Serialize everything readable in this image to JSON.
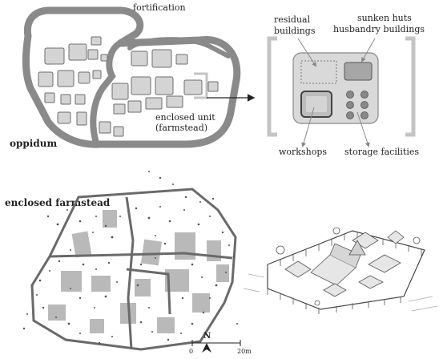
{
  "labels": {
    "fortification": "fortification",
    "residual_line1": "residual",
    "residual_line2": "buildings",
    "sunken_line1": "sunken huts",
    "sunken_line2": "husbandry buildings",
    "enclosed_line1": "enclosed unit",
    "enclosed_line2": "(farmstead)",
    "oppidum": "oppidum",
    "workshops": "workshops",
    "storage": "storage facilities",
    "enclosed_farmstead": "enclosed farmstead",
    "north": "N",
    "scale_start": "0",
    "scale_end": "20m"
  },
  "colors": {
    "wall": "#8a8a8a",
    "building_fill": "#d4d4d4",
    "building_stroke": "#6e6e6e",
    "bracket": "#c4c4c4",
    "plan_dots": "#555555",
    "plan_feature": "#9a9a9a"
  }
}
